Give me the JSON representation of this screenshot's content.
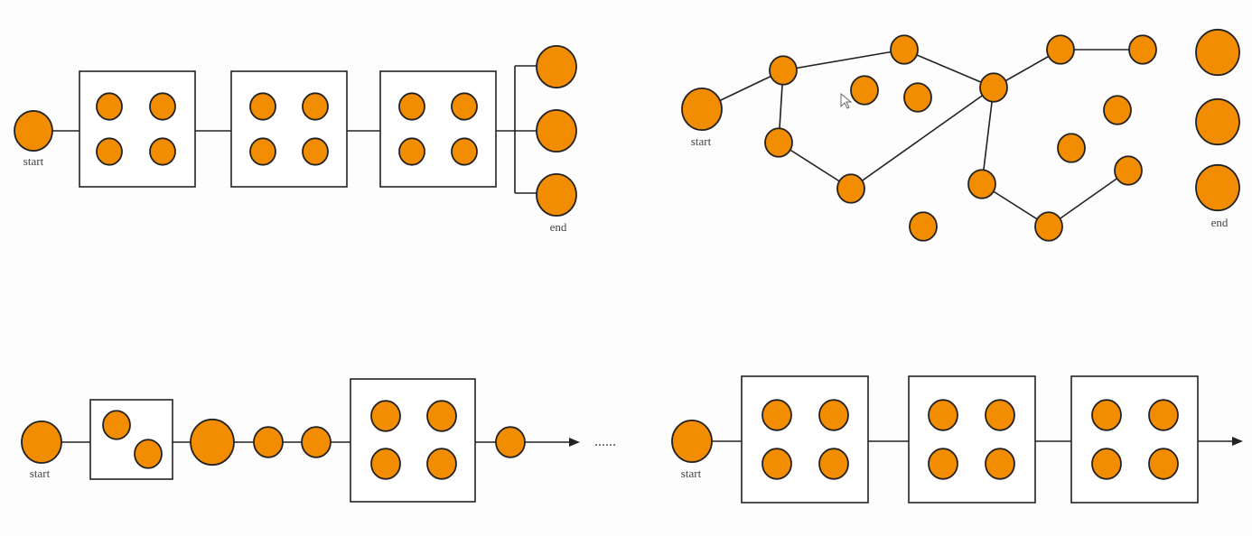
{
  "colors": {
    "node_fill": "#F28C00",
    "stroke": "#222222",
    "background": "#fdfdfd"
  },
  "diagrams": {
    "top_left": {
      "start_label": "start",
      "end_label": "end"
    },
    "top_right": {
      "start_label": "start",
      "end_label": "end"
    },
    "bottom_left": {
      "start_label": "start",
      "ellipsis": "......"
    },
    "bottom_right": {
      "start_label": "start"
    }
  }
}
